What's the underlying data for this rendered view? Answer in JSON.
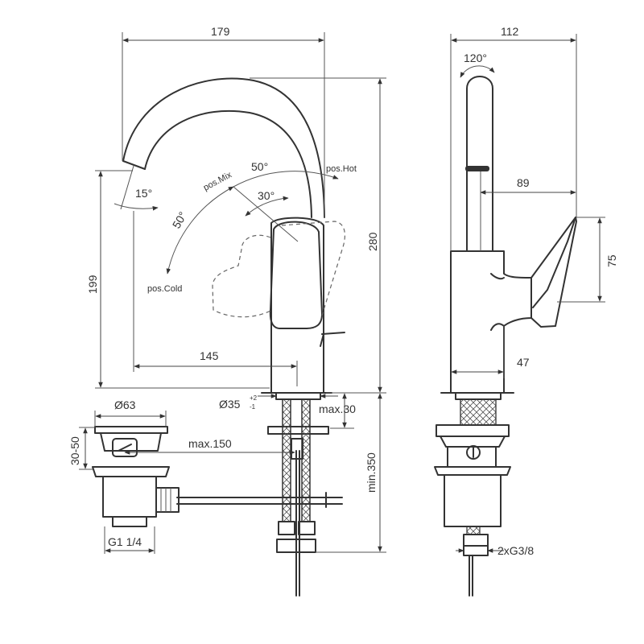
{
  "dimensions": {
    "width_179": "179",
    "height_280": "280",
    "height_199": "199",
    "reach_145": "145",
    "depth_112": "112",
    "rotation_120": "120°",
    "reach_89": "89",
    "lever_75": "75",
    "body_47": "47",
    "hole_diameter": "Ø35",
    "hole_tol_plus": "+2",
    "hole_tol_minus": "-1",
    "deck_max_30": "max.30",
    "hose_min_350": "min.350",
    "waste_max_150": "max.150",
    "waste_diameter_63": "Ø63",
    "waste_height_30_50": "30-50",
    "waste_thread": "G1 1/4",
    "hose_thread": "2xG3/8"
  },
  "angles": {
    "spout_15": "15°",
    "lever_50_upper": "50°",
    "lever_30": "30°",
    "lever_50_lower": "50°"
  },
  "positions": {
    "mix": "pos.Mix",
    "hot": "pos.Hot",
    "cold": "pos.Cold"
  }
}
